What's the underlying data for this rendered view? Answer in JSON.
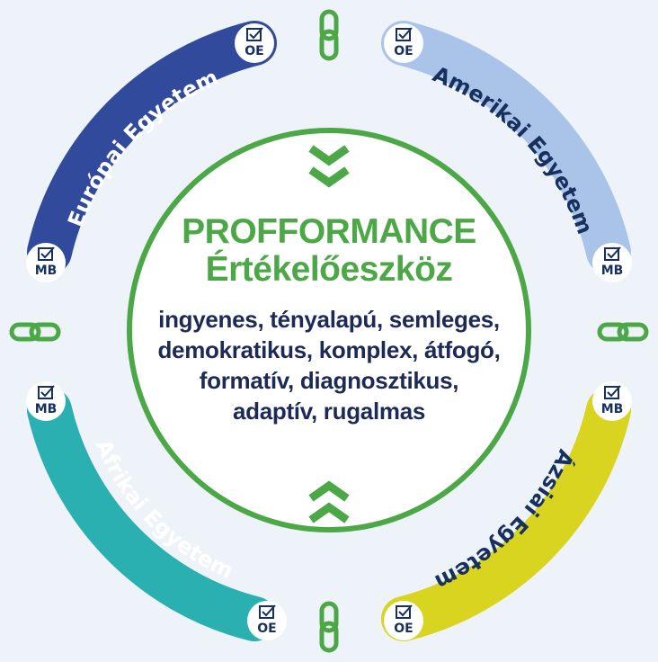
{
  "center": {
    "title": "PROFFORMANCE",
    "subtitle": "Értékelőeszköz",
    "description_lines": [
      "ingyenes, tényalapú, semleges,",
      "demokratikus, komplex, átfogó,",
      "formatív, diagnosztikus,",
      "adaptív, rugalmas"
    ]
  },
  "arcs": [
    {
      "label": "Európai Egyetem",
      "color": "#324a9b",
      "text_color": "#ffffff"
    },
    {
      "label": "Amerikai Egyetem",
      "color": "#a9c4e8",
      "text_color": "#17305e"
    },
    {
      "label": "Ázsiai Egyetem",
      "color": "#d8d420",
      "text_color": "#17305e"
    },
    {
      "label": "Afrikai Egyetem",
      "color": "#2ab0b0",
      "text_color": "#ffffff"
    }
  ],
  "badges": {
    "oe": "OE",
    "mb": "MB"
  },
  "colors": {
    "green": "#4ca846",
    "navy": "#1c2a55",
    "background": "#eef3fa"
  },
  "icons": [
    "checkbox-icon",
    "chain-link-icon",
    "chevron-down-icon",
    "chevron-up-icon"
  ]
}
